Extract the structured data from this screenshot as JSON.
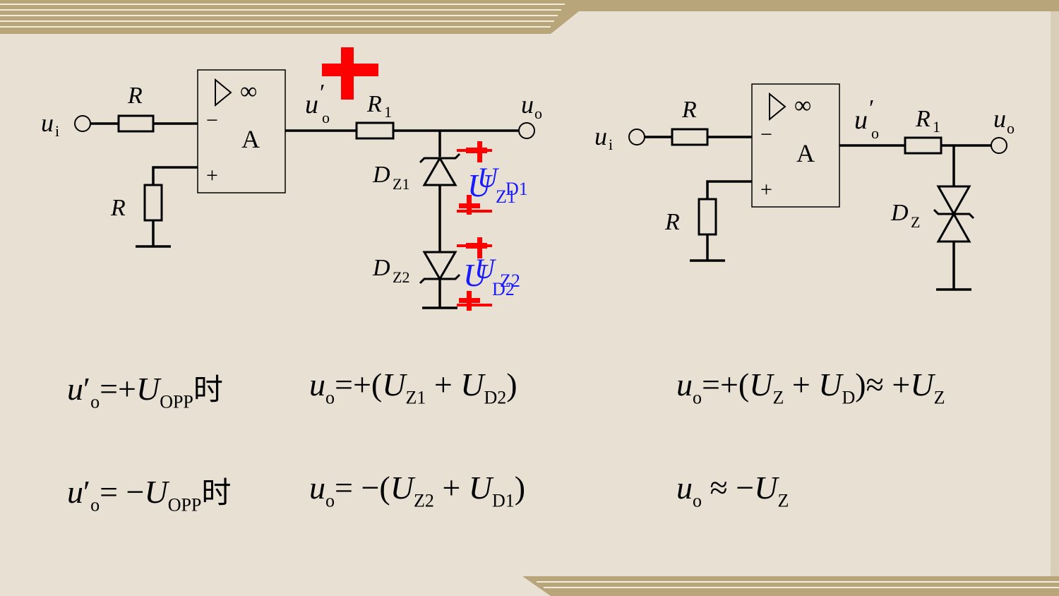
{
  "left_circuit": {
    "input_label": "u",
    "input_sub": "i",
    "r_in_label": "R",
    "r_gnd_label": "R",
    "opamp_symbol": "∞",
    "opamp_letter": "A",
    "minus_sign": "−",
    "plus_sign": "+",
    "uo_prime_label": "u",
    "uo_prime_sub": "o",
    "prime": "′",
    "r1_label": "R",
    "r1_sub": "1",
    "output_label": "u",
    "output_sub": "o",
    "dz1_label": "D",
    "dz1_sub": "Z1",
    "dz2_label": "D",
    "dz2_sub": "Z2",
    "overlay_u": "U",
    "overlay_z1": "Z1",
    "overlay_d1": "D1",
    "overlay_d2": "D2",
    "overlay_z2": "Z2"
  },
  "right_circuit": {
    "input_label": "u",
    "input_sub": "i",
    "r_in_label": "R",
    "r_gnd_label": "R",
    "opamp_symbol": "∞",
    "opamp_letter": "A",
    "minus_sign": "−",
    "plus_sign": "+",
    "uo_prime_label": "u",
    "uo_prime_sub": "o",
    "prime": "′",
    "r1_label": "R",
    "r1_sub": "1",
    "output_label": "u",
    "output_sub": "o",
    "dz_label": "D",
    "dz_sub": "Z"
  },
  "equations": {
    "row1_cond": {
      "u": "u",
      "prime": "′",
      "sub": "o",
      "rel": "=+",
      "U": "U",
      "Usub": "OPP",
      "suffix": "时"
    },
    "row1_left": {
      "u": "u",
      "sub": "o",
      "rel": "=+(",
      "U1": "U",
      "U1sub": "Z1",
      "plus": " + ",
      "U2": "U",
      "U2sub": "D2",
      "close": ")"
    },
    "row1_right": {
      "u": "u",
      "sub": "o",
      "rel": "=+(",
      "U1": "U",
      "U1sub": "Z",
      "plus": " + ",
      "U2": "U",
      "U2sub": "D",
      "close": ")",
      "approx": "≈ +",
      "U3": "U",
      "U3sub": "Z"
    },
    "row2_cond": {
      "u": "u",
      "prime": "′",
      "sub": "o",
      "rel": "= −",
      "U": "U",
      "Usub": "OPP",
      "suffix": "时"
    },
    "row2_left": {
      "u": "u",
      "sub": "o",
      "rel": "= −(",
      "U1": "U",
      "U1sub": "Z2",
      "plus": " + ",
      "U2": "U",
      "U2sub": "D1",
      "close": ")"
    },
    "row2_right": {
      "u": "u",
      "sub": "o",
      "rel": " ≈ −",
      "U": "U",
      "Usub": "Z"
    }
  },
  "colors": {
    "background": "#e8e1d3",
    "stripe": "#b8a67a",
    "red": "#ff0000",
    "blue": "#1a1aff"
  }
}
